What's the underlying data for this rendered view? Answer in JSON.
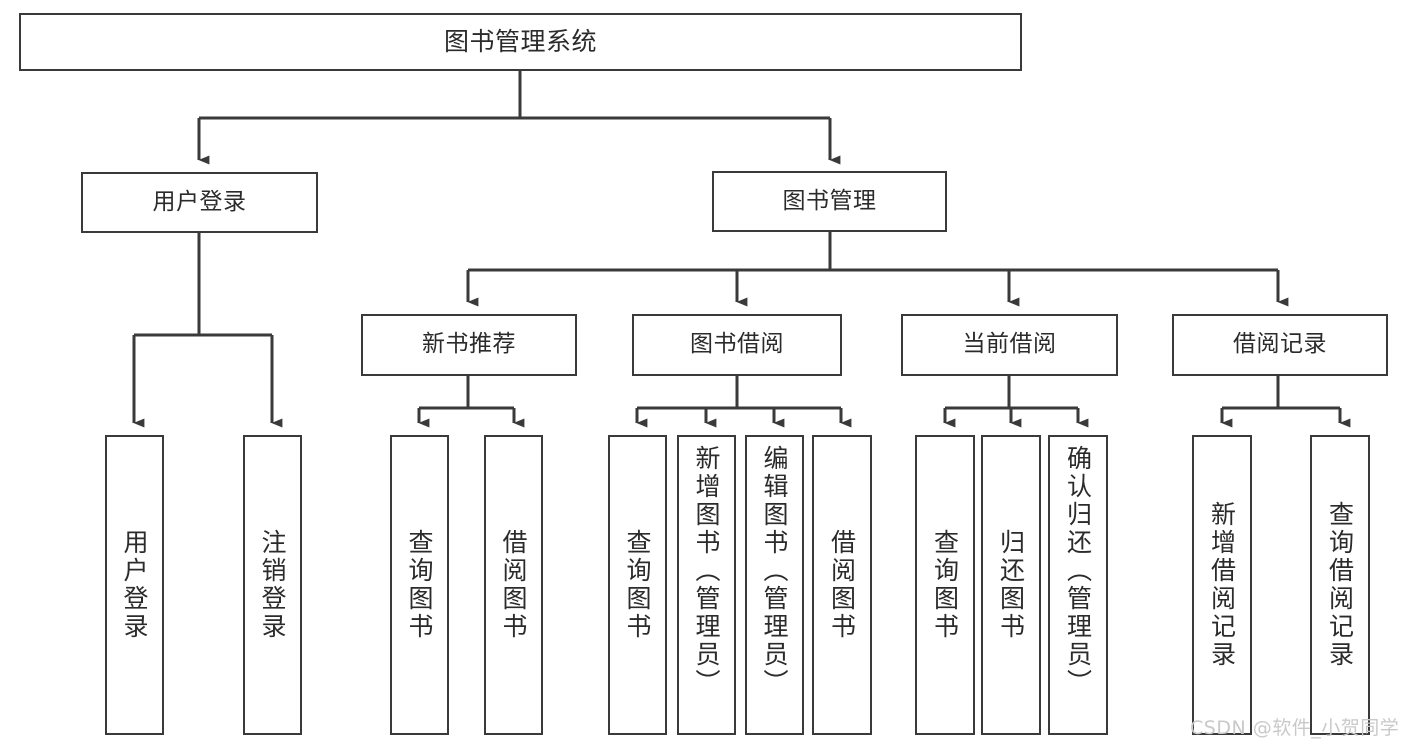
{
  "diagram": {
    "title": "图书管理系统",
    "type": "tree-structure-diagram",
    "colors": {
      "background": "#ffffff",
      "node_border": "#3a3a3a",
      "node_fill": "#ffffff",
      "text": "#2b2b2b",
      "connector": "#3a3a3a",
      "watermark": "#c9c9c9"
    }
  },
  "root": {
    "label": "图书管理系统"
  },
  "level1": [
    {
      "label": "用户登录"
    },
    {
      "label": "图书管理"
    }
  ],
  "level2": [
    {
      "label": "新书推荐"
    },
    {
      "label": "图书借阅"
    },
    {
      "label": "当前借阅"
    },
    {
      "label": "借阅记录"
    }
  ],
  "leaves": {
    "user_login": [
      {
        "label": "用户登录"
      },
      {
        "label": "注销登录"
      }
    ],
    "new_book_recommend": [
      {
        "label": "查询图书"
      },
      {
        "label": "借阅图书"
      }
    ],
    "book_borrow": [
      {
        "label": "查询图书"
      },
      {
        "label": "新增图书（管理员）"
      },
      {
        "label": "编辑图书（管理员）"
      },
      {
        "label": "借阅图书"
      }
    ],
    "current_borrow": [
      {
        "label": "查询图书"
      },
      {
        "label": "归还图书"
      },
      {
        "label": "确认归还（管理员）"
      }
    ],
    "borrow_record": [
      {
        "label": "新增借阅记录"
      },
      {
        "label": "查询借阅记录"
      }
    ]
  },
  "watermark": {
    "text": "CSDN @软件_小贺同学"
  }
}
